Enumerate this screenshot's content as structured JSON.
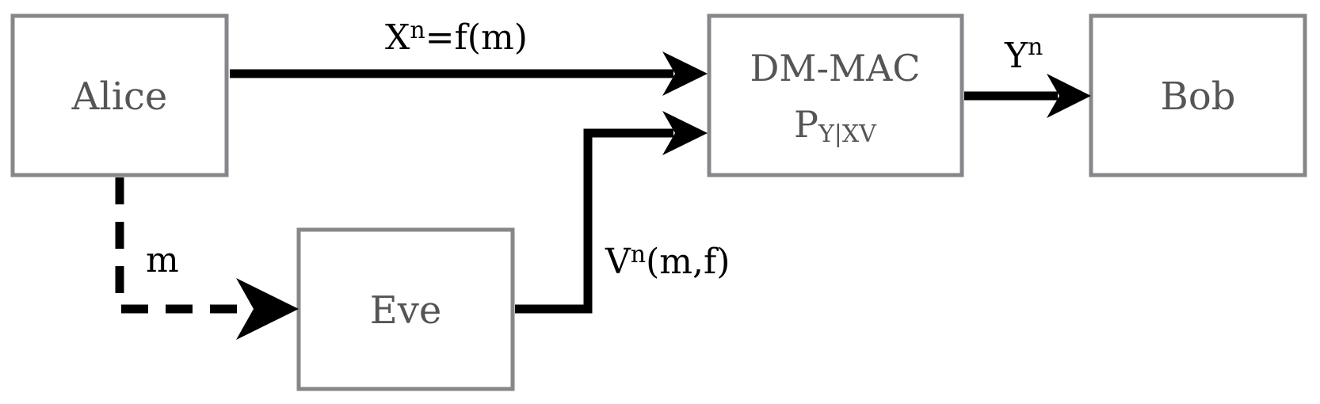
{
  "nodes": {
    "alice": {
      "label": "Alice"
    },
    "eve": {
      "label": "Eve"
    },
    "mac": {
      "label": "DM-MAC",
      "sublabel_main": "P",
      "sublabel_sub": "Y|XV"
    },
    "bob": {
      "label": "Bob"
    }
  },
  "edges": {
    "alice_to_mac": {
      "label_main": "X",
      "label_sup": "n",
      "label_rest": "=f(m)"
    },
    "alice_to_eve": {
      "label": "m",
      "style": "dashed"
    },
    "eve_to_mac": {
      "label_main": "V",
      "label_sup": "n",
      "label_rest": "(m,f)"
    },
    "mac_to_bob": {
      "label_main": "Y",
      "label_sup": "n"
    }
  },
  "colors": {
    "box_border": "#85878a",
    "box_text": "#555555",
    "edge": "#000000"
  }
}
